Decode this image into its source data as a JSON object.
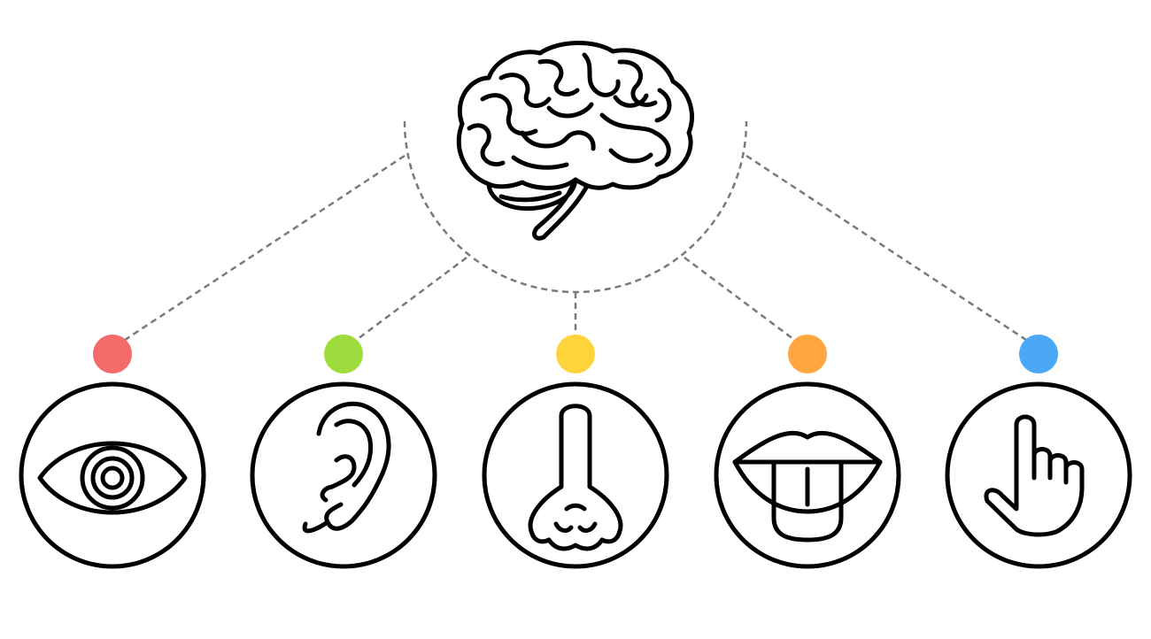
{
  "diagram": {
    "center_icon": "brain-icon",
    "senses": [
      {
        "name": "sight",
        "icon": "eye-icon",
        "color": "#f56b6b"
      },
      {
        "name": "hearing",
        "icon": "ear-icon",
        "color": "#9fdd3f"
      },
      {
        "name": "smell",
        "icon": "nose-icon",
        "color": "#ffd43b"
      },
      {
        "name": "taste",
        "icon": "mouth-tongue-icon",
        "color": "#ffa640"
      },
      {
        "name": "touch",
        "icon": "hand-pointer-icon",
        "color": "#4aa8f7"
      }
    ]
  }
}
